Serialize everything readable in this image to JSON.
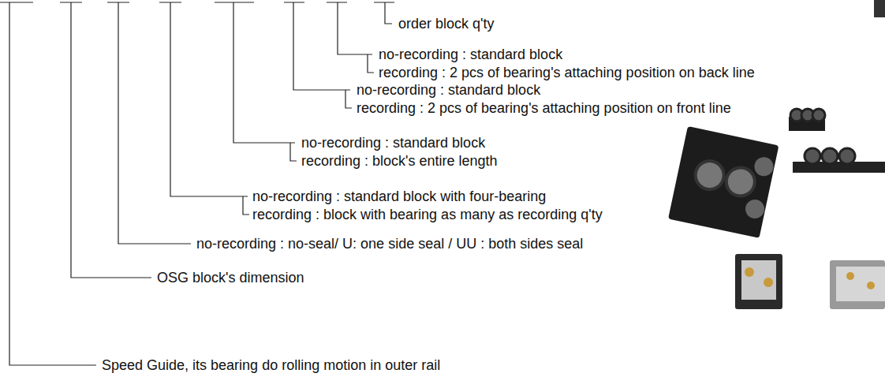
{
  "diagram": {
    "labels": [
      "order block q'ty",
      "no-recording : standard block",
      "recording : 2 pcs of bearing's attaching position on back line",
      "no-recording : standard block",
      "recording : 2 pcs of bearing's attaching position on front line",
      "no-recording : standard block",
      "recording : block's entire length",
      "no-recording : standard block with four-bearing",
      "recording : block with bearing as many as recording q'ty",
      "no-recording : no-seal/ U: one side seal / UU : both sides seal",
      "OSG block's dimension",
      "Speed Guide, its bearing do rolling motion in outer rail"
    ]
  }
}
